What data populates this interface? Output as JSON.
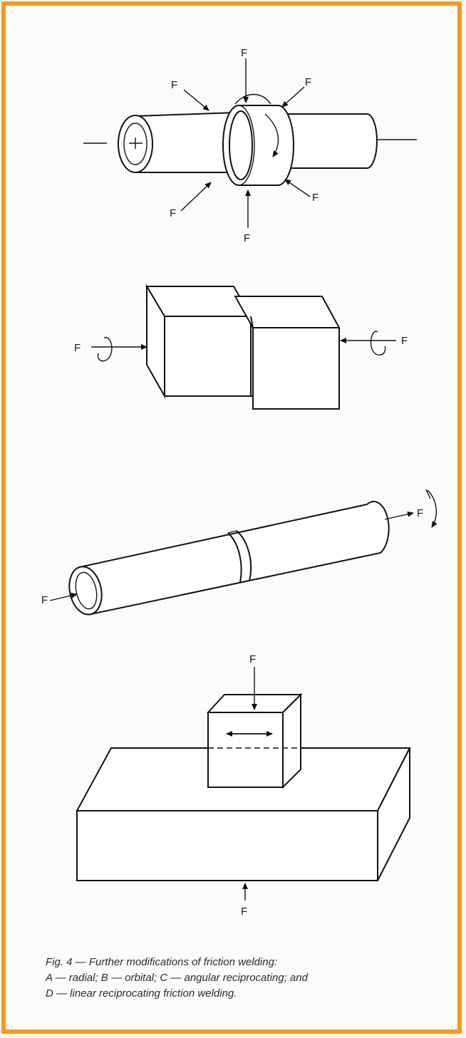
{
  "frame_color": "#f49a1f",
  "force_label": "F",
  "caption": {
    "line1": "Fig. 4 — Further modifications of friction welding:",
    "line2": "A — radial; B — orbital; C — angular reciprocating; and",
    "line3": "D — linear reciprocating friction welding."
  }
}
